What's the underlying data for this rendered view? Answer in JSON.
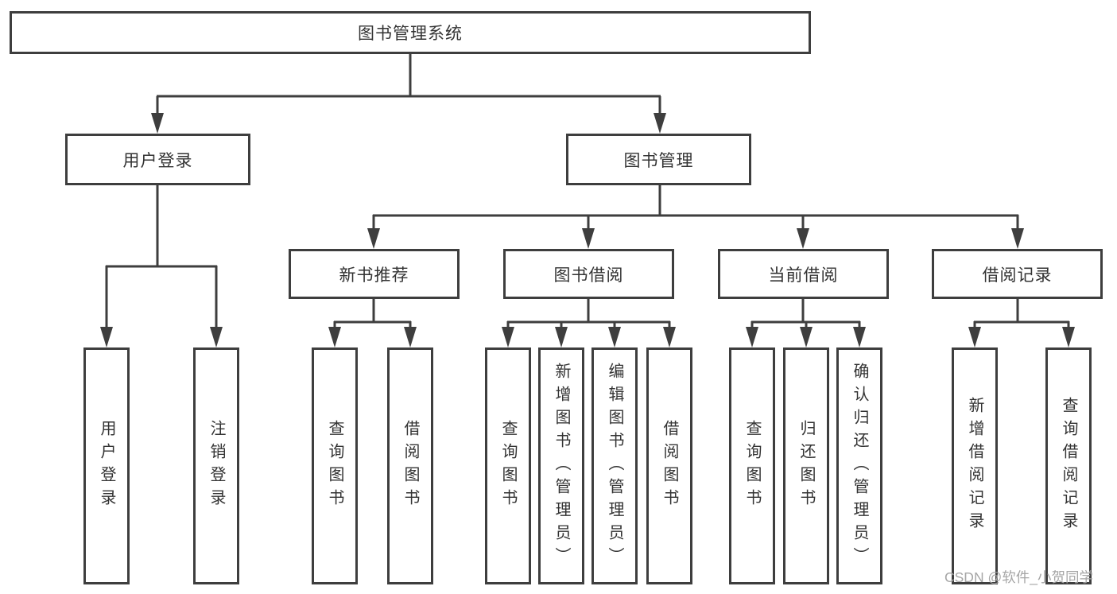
{
  "diagram": {
    "title": "图书管理系统",
    "branches": [
      {
        "label": "用户登录",
        "children": [
          {
            "label": "用户登录"
          },
          {
            "label": "注销登录"
          }
        ]
      },
      {
        "label": "图书管理",
        "children": [
          {
            "label": "新书推荐",
            "children": [
              {
                "label": "查询图书"
              },
              {
                "label": "借阅图书"
              }
            ]
          },
          {
            "label": "图书借阅",
            "children": [
              {
                "label": "查询图书"
              },
              {
                "label": "新增图书（管理员）"
              },
              {
                "label": "编辑图书（管理员）"
              },
              {
                "label": "借阅图书"
              }
            ]
          },
          {
            "label": "当前借阅",
            "children": [
              {
                "label": "查询图书"
              },
              {
                "label": "归还图书"
              },
              {
                "label": "确认归还（管理员）"
              }
            ]
          },
          {
            "label": "借阅记录",
            "children": [
              {
                "label": "新增借阅记录"
              },
              {
                "label": "查询借阅记录"
              }
            ]
          }
        ]
      }
    ]
  },
  "watermark": {
    "text": "CSDN @软件_小贺同学"
  },
  "colors": {
    "line": "#3e3e3e",
    "text": "#333333",
    "watermark": "#a6a6a6",
    "background": "#ffffff"
  }
}
